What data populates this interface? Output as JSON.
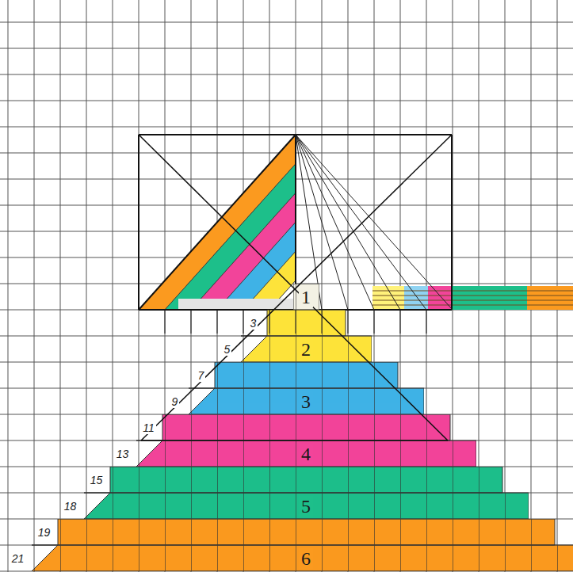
{
  "diagram": {
    "nodes": [
      {
        "text": [
          "1"
        ]
      },
      {
        "text": [
          "2"
        ]
      },
      {
        "text": [
          "3"
        ]
      },
      {
        "text": [
          "4"
        ]
      },
      {
        "text": [
          "5"
        ]
      },
      {
        "text": [
          "6"
        ]
      }
    ],
    "labels": [
      "3",
      "5",
      "7",
      "9",
      "11",
      "13",
      "15",
      "18",
      "19",
      "21"
    ]
  }
}
